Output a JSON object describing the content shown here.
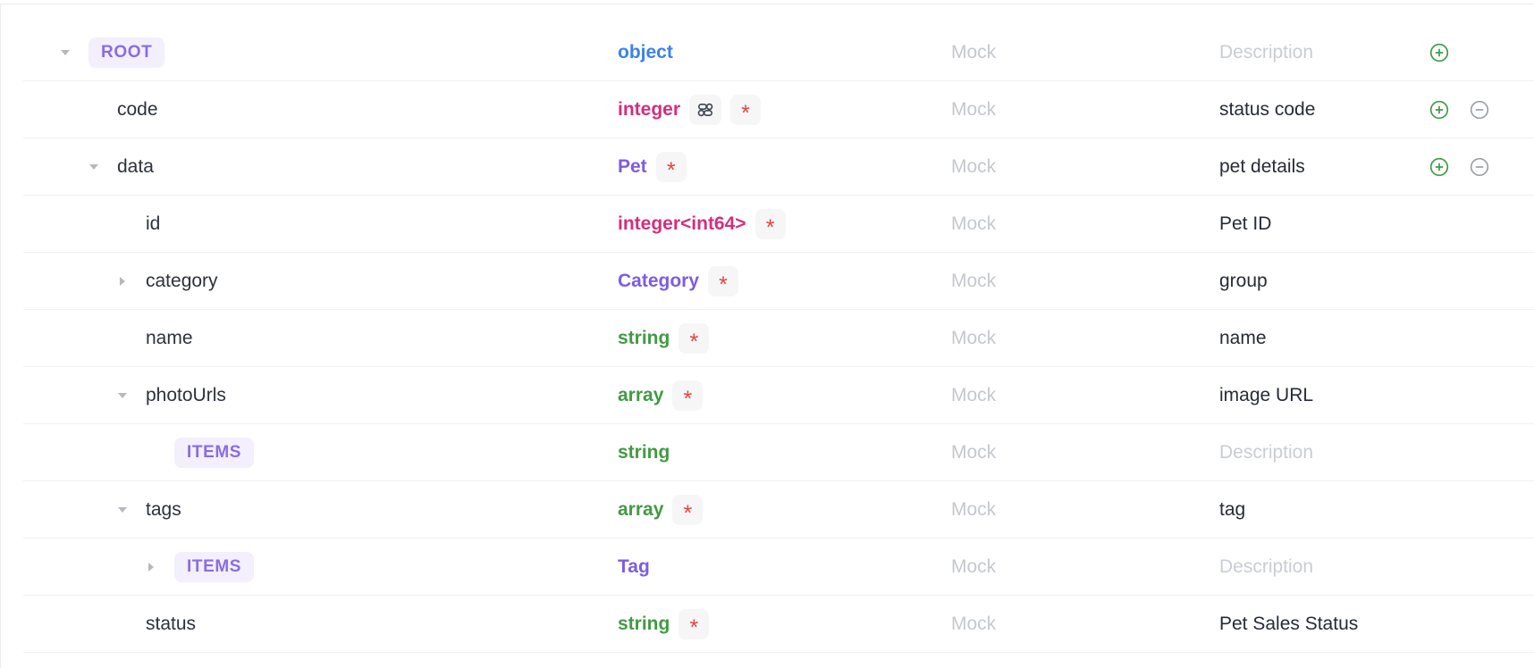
{
  "panel": {
    "mock_placeholder": "Mock",
    "description_placeholder": "Description",
    "required_marker": "*",
    "colors": {
      "type_blue": "#3b82e8",
      "type_magenta": "#d22f7d",
      "type_purple": "#7d5ce4",
      "type_green": "#429a44",
      "required_red": "#e0453e",
      "add_green": "#3f9b44",
      "remove_gray": "#9aa1a8",
      "badge_purple_bg": "#f3effc",
      "badge_purple_text": "#8a6ce4",
      "name_text": "#2c313c",
      "placeholder_gray": "#c4c8cf",
      "separator": "#f0f0f2"
    },
    "rows": [
      {
        "name": "ROOT",
        "name_style": "badge",
        "level": 0,
        "caret": "down",
        "type": "object",
        "type_color": "blue",
        "required": false,
        "advanced_icon": false,
        "description": "",
        "actions": [
          "add"
        ]
      },
      {
        "name": "code",
        "name_style": "text",
        "level": 1,
        "caret": "none",
        "type": "integer",
        "type_color": "magenta",
        "required": true,
        "advanced_icon": true,
        "description": "status code",
        "actions": [
          "add",
          "remove"
        ]
      },
      {
        "name": "data",
        "name_style": "text",
        "level": 1,
        "caret": "down",
        "type": "Pet",
        "type_color": "purple",
        "required": true,
        "advanced_icon": false,
        "description": "pet details",
        "actions": [
          "add",
          "remove"
        ]
      },
      {
        "name": "id",
        "name_style": "text",
        "level": 2,
        "caret": "none",
        "type": "integer<int64>",
        "type_color": "magenta",
        "required": true,
        "advanced_icon": false,
        "description": "Pet ID",
        "actions": []
      },
      {
        "name": "category",
        "name_style": "text",
        "level": 2,
        "caret": "right",
        "type": "Category",
        "type_color": "purple",
        "required": true,
        "advanced_icon": false,
        "description": "group",
        "actions": []
      },
      {
        "name": "name",
        "name_style": "text",
        "level": 2,
        "caret": "none",
        "type": "string",
        "type_color": "green",
        "required": true,
        "advanced_icon": false,
        "description": "name",
        "actions": []
      },
      {
        "name": "photoUrls",
        "name_style": "text",
        "level": 2,
        "caret": "down",
        "type": "array",
        "type_color": "green",
        "required": true,
        "advanced_icon": false,
        "description": "image URL",
        "actions": []
      },
      {
        "name": "ITEMS",
        "name_style": "badge",
        "level": 3,
        "caret": "none",
        "type": "string",
        "type_color": "green",
        "required": false,
        "advanced_icon": false,
        "description": "",
        "actions": []
      },
      {
        "name": "tags",
        "name_style": "text",
        "level": 2,
        "caret": "down",
        "type": "array",
        "type_color": "green",
        "required": true,
        "advanced_icon": false,
        "description": "tag",
        "actions": []
      },
      {
        "name": "ITEMS",
        "name_style": "badge",
        "level": 3,
        "caret": "right",
        "type": "Tag",
        "type_color": "purple",
        "required": false,
        "advanced_icon": false,
        "description": "",
        "actions": []
      },
      {
        "name": "status",
        "name_style": "text",
        "level": 2,
        "caret": "none",
        "type": "string",
        "type_color": "green",
        "required": true,
        "advanced_icon": false,
        "description": "Pet Sales Status",
        "actions": []
      }
    ]
  }
}
